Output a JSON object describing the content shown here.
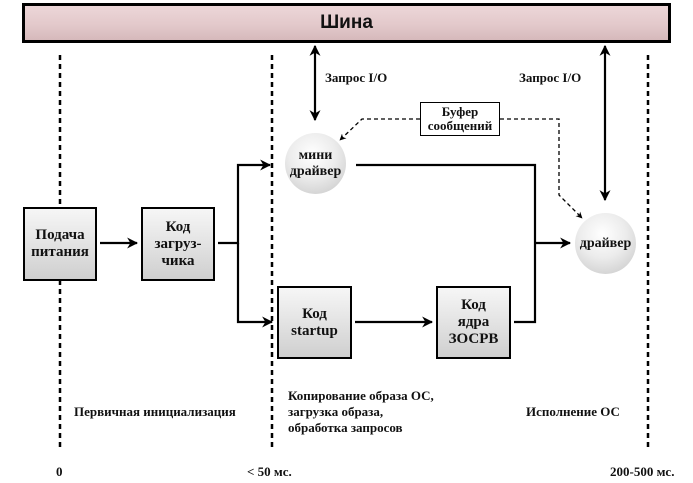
{
  "bus": {
    "title": "Шина"
  },
  "io_requests": {
    "left": "Запрос I/O",
    "right": "Запрос I/O"
  },
  "buffer": {
    "label": "Буфер\nсообщений"
  },
  "nodes": {
    "power": "Подача\nпитания",
    "loader": "Код\nзагруз-\nчика",
    "startup": "Код\nstartup",
    "kernel": "Код\nядра\nЗОСРВ",
    "mini_driver": "мини\nдрайвер",
    "driver": "драйвер"
  },
  "phases": {
    "init": "Первичная инициализация",
    "copy": "Копирование образа ОС,\nзагрузка образа,\nобработка запросов",
    "exec": "Исполнение ОС"
  },
  "timeline": {
    "t0": "0",
    "t1": "< 50 мс.",
    "t2": "200-500 мс."
  }
}
